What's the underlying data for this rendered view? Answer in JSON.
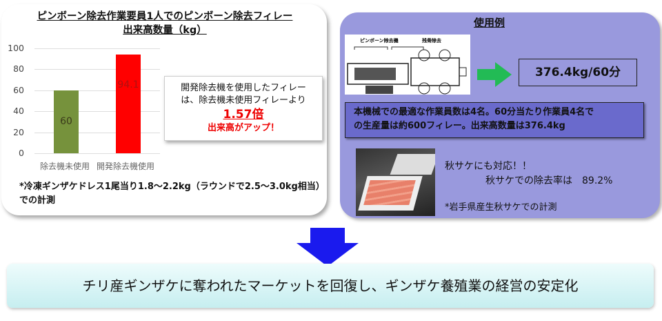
{
  "left_panel": {
    "title_line1": "ピンボーン除去作業要員1人でのピンボーン除去フィレー",
    "title_line2": "出来高数量（kg）",
    "callout": {
      "line1": "開発除去機を使用したフィレー",
      "line2": "は、除去機未使用フィレーより",
      "ratio": "1.57倍",
      "line4": "出来高がアップ！"
    },
    "note": "*冷凍ギンザケドレス1尾当り1.8～2.2kg（ラウンドで2.5～3.0kg相当）での計測"
  },
  "chart_data": {
    "type": "bar",
    "title": "ピンボーン除去作業要員1人でのピンボーン除去フィレー出来高数量（kg）",
    "categories": [
      "除去機未使用",
      "開発除去機使用"
    ],
    "values": [
      60,
      94.1
    ],
    "value_labels": [
      "60",
      "94.1"
    ],
    "colors": [
      "#76923c",
      "#ff0000"
    ],
    "yticks": [
      "0",
      "20",
      "40",
      "60",
      "80",
      "100"
    ],
    "ylim": [
      0,
      100
    ],
    "grid": true
  },
  "right_panel": {
    "title": "使用例",
    "diagram_labels": [
      "ピンボーン除去機",
      "残骨除去"
    ],
    "result": "376.4kg/60分",
    "info_line1": "本機械での最適な作業員数は4名。60分当たり作業員4名で",
    "info_line2": "の生産量は約600フィレー。出来高数量は376.4kg",
    "salmon_line1": "秋サケにも対応！！",
    "salmon_line2": "秋サケでの除去率は　89.2%",
    "salmon_note": "*岩手県産生秋サケでの計測"
  },
  "banner": "チリ産ギンザケに奪われたマーケットを回復し、ギンザケ養殖業の経営の安定化",
  "colors": {
    "arrow_blue": "#1a1aee",
    "arrow_green": "#22bb55",
    "panel": "#9999dd"
  }
}
